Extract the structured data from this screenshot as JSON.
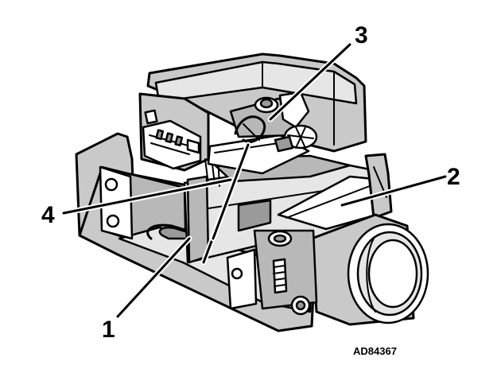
{
  "figure": {
    "reference_code": "AD84367",
    "callouts": [
      {
        "id": "3",
        "label": "3"
      },
      {
        "id": "2",
        "label": "2"
      },
      {
        "id": "4",
        "label": "4"
      },
      {
        "id": "1",
        "label": "1"
      }
    ]
  },
  "colors": {
    "line": "#000000",
    "body_fill": "#c9c9c9",
    "shade_dark": "#9a9a9a",
    "shade_light": "#e6e6e6",
    "background": "#ffffff"
  }
}
